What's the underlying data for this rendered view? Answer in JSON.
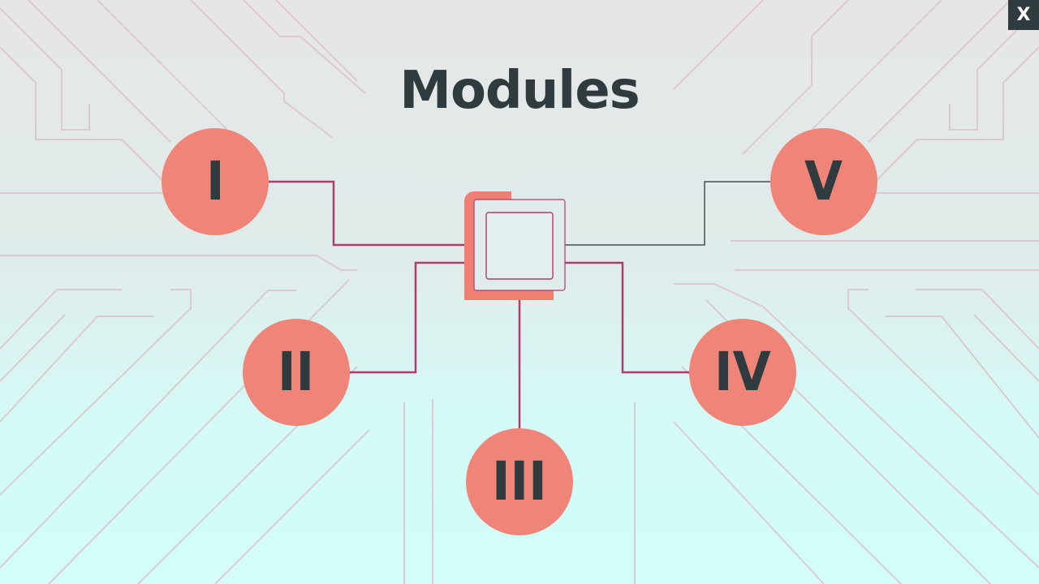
{
  "slide": {
    "title": "Modules",
    "close_label": "X"
  },
  "modules": [
    {
      "label": "I"
    },
    {
      "label": "II"
    },
    {
      "label": "III"
    },
    {
      "label": "IV"
    },
    {
      "label": "V"
    }
  ],
  "colors": {
    "node_fill": "#ef8478",
    "node_text": "#2f3b3e",
    "connector": "#b03a6e",
    "connector_alt": "#4a4f52",
    "hub_accent": "#ef7f72",
    "title": "#2f3b3e",
    "background_top": "#e6e6e6",
    "background_bottom": "#d2fdf9",
    "circuit_lines": "#dcc4cb"
  }
}
